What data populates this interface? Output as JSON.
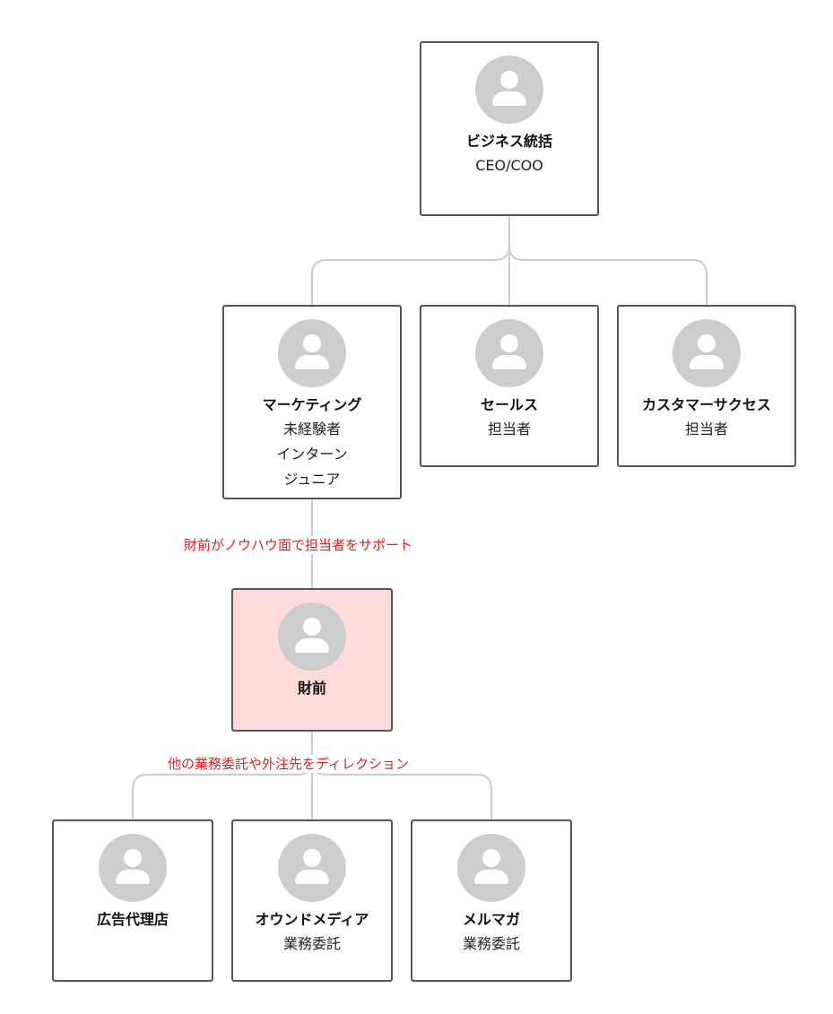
{
  "colors": {
    "card_border": "#555555",
    "card_bg": "#ffffff",
    "highlight_bg": "#ffdbdb",
    "connector": "#cccccc",
    "avatar": "#cdcdcd",
    "annotation": "#e02020"
  },
  "org": {
    "ceo": {
      "icon": "person-icon",
      "title": "ビジネス統括",
      "lines": [
        "CEO/COO"
      ]
    },
    "marketing": {
      "icon": "person-icon",
      "title": "マーケティング",
      "lines": [
        "未経験者",
        "インターン",
        "ジュニア"
      ]
    },
    "sales": {
      "icon": "person-icon",
      "title": "セールス",
      "lines": [
        "担当者"
      ]
    },
    "customer_success": {
      "icon": "person-icon",
      "title": "カスタマーサクセス",
      "lines": [
        "担当者"
      ]
    },
    "zaimae": {
      "icon": "person-icon",
      "title": "財前",
      "lines": []
    },
    "ad_agency": {
      "icon": "person-icon",
      "title": "広告代理店",
      "lines": []
    },
    "owned_media": {
      "icon": "person-icon",
      "title": "オウンドメディア",
      "lines": [
        "業務委託"
      ]
    },
    "mail_magazine": {
      "icon": "person-icon",
      "title": "メルマガ",
      "lines": [
        "業務委託"
      ]
    }
  },
  "annotations": {
    "support_note": "財前がノウハウ面で担当者をサポート",
    "direction_note": "他の業務委託や外注先をディレクション"
  }
}
